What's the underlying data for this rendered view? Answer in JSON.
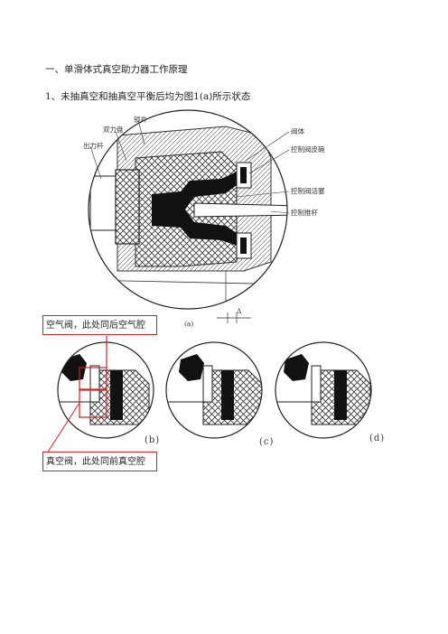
{
  "document": {
    "heading": "一、单滑体式真空助力器工作原理",
    "subheading": "1、未抽真空和抽真空平衡后均为图1(a)所示状态"
  },
  "figure_a": {
    "labels": {
      "booster_disc": "双力盘",
      "lock_plate": "锁片",
      "output_rod": "出力杆",
      "valve_body": "阀体",
      "control_valve_cup": "控制阀皮碗",
      "control_valve_plunger": "控制阀活塞",
      "control_push_rod": "控制推杆",
      "caption": "(a)",
      "delta": "Δ"
    }
  },
  "callouts": {
    "air_valve": "空气阀，此处同后空气腔",
    "vacuum_valve": "真空阀，此处同前真空腔"
  },
  "sub_figures": {
    "b": "(b)",
    "c": "(c)",
    "d": "(d)"
  },
  "colors": {
    "callout_border": "#d32020",
    "ink": "#222222"
  }
}
